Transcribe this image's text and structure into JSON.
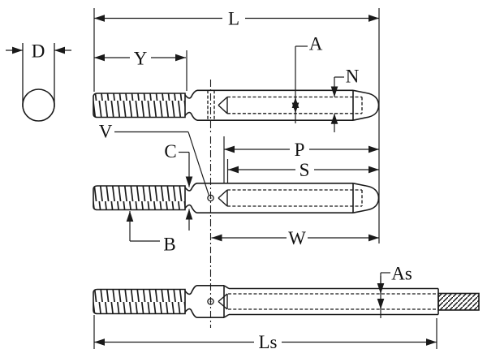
{
  "drawing": {
    "description": "Dimensional engineering drawing of a swage stud cable terminal shown in three views: side view before swaging, rotated view before swaging, and after swaging with wire rope inserted, plus wire end view",
    "line_color": "#1a1a1a",
    "background_color": "#ffffff",
    "views": {
      "wire_end_view": "circle with diameter D",
      "top_view": "stud before swage, inspection hole edge-on",
      "middle_view": "stud before swage, inspection hole facing viewer",
      "bottom_view": "stud after swage with hatched cable protruding"
    }
  },
  "dim_labels": {
    "L": "L",
    "D": "D",
    "Y": "Y",
    "A": "A",
    "N": "N",
    "V": "V",
    "C": "C",
    "P": "P",
    "S": "S",
    "B": "B",
    "W": "W",
    "As": "As",
    "Ls": "Ls"
  }
}
